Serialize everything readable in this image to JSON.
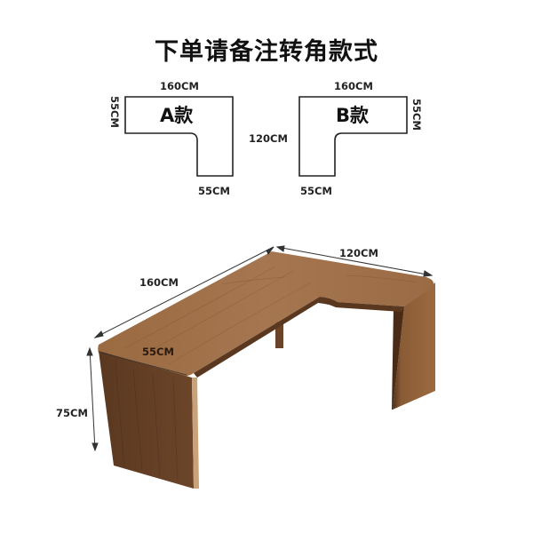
{
  "title": "下单请备注转角款式",
  "variants": [
    {
      "name": "A款",
      "top_width": "160CM",
      "side_depth": "55CM",
      "bottom_width": "55CM"
    },
    {
      "name": "B款",
      "top_width": "160CM",
      "side_depth": "55CM",
      "bottom_width": "55CM"
    }
  ],
  "shared_length": "120CM",
  "desk": {
    "length_label": "160CM",
    "return_label": "120CM",
    "depth_label": "55CM",
    "height_label": "75CM",
    "colors": {
      "top": "#9b6a3f",
      "top_light": "#a87a4e",
      "side_dark": "#5e3b22",
      "side_mid": "#6e4528",
      "edge": "#c9a27a"
    }
  }
}
